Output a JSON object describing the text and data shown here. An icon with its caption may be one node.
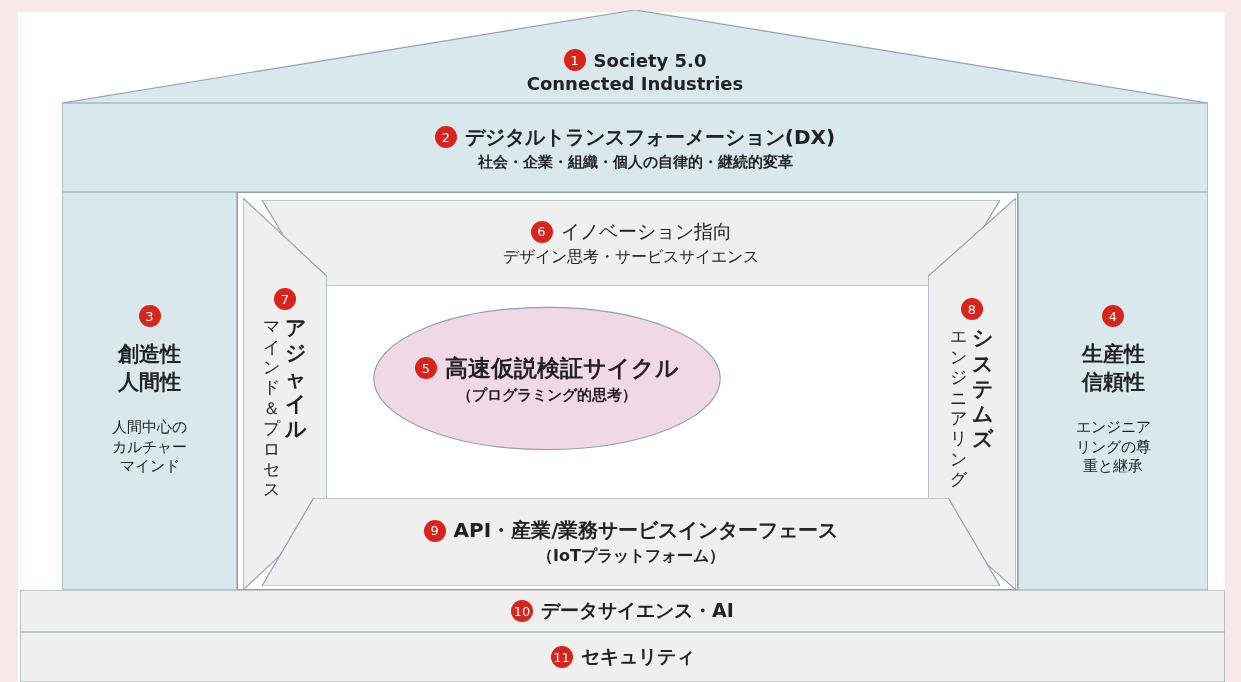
{
  "diagram": {
    "nodes": [
      {
        "text": [
          "1",
          "Society 5.0",
          "Connected Industries"
        ]
      },
      {
        "text": [
          "2",
          "デジタルトランスフォーメーション(DX)",
          "社会・企業・組織・個人の自律的・継続的変革"
        ]
      },
      {
        "text": [
          "3",
          "創造性",
          "人間性",
          "人間中心のカルチャーマインド"
        ]
      },
      {
        "text": [
          "4",
          "生産性",
          "信頼性",
          "エンジニアリングの尊重と継承"
        ]
      },
      {
        "text": [
          "5",
          "高速仮説検証サイクル",
          "（プログラミング的思考）"
        ]
      },
      {
        "text": [
          "6",
          "イノベーション指向",
          "デザイン思考・サービスサイエンス"
        ]
      },
      {
        "text": [
          "7",
          "マインド＆プロセス",
          "アジャイル"
        ]
      },
      {
        "text": [
          "8",
          "エンジニアリング",
          "システムズ"
        ]
      },
      {
        "text": [
          "9",
          "API・産業/業務サービスインターフェース",
          "（IoTプラットフォーム）"
        ]
      },
      {
        "text": [
          "10",
          "データサイエンス・AI"
        ]
      },
      {
        "text": [
          "11",
          "セキュリティ"
        ]
      }
    ]
  }
}
